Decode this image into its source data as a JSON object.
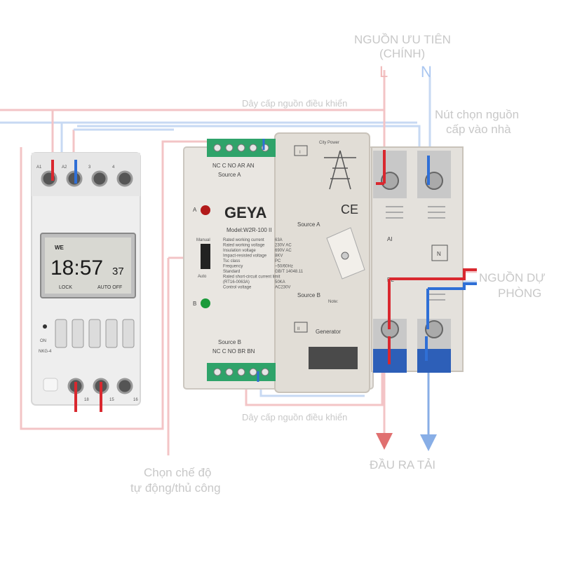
{
  "labels": {
    "uu_tien_1": "NGUỒN ƯU TIÊN",
    "uu_tien_2": "(CHÍNH)",
    "L": "L",
    "N": "N",
    "nut_chon_1": "Nút chọn nguồn",
    "nut_chon_2": "cấp vào nhà",
    "day_cap_top": "Dây cấp nguồn điều khiển",
    "day_cap_bottom": "Dây cấp nguồn điều khiển",
    "du_phong_1": "NGUỒN DỰ",
    "du_phong_2": "PHÒNG",
    "dau_ra_tai": "ĐẦU RA TẢI",
    "che_do_1": "Chọn chế độ",
    "che_do_2": "tự động/thủ công"
  },
  "timer": {
    "model": "NKG-4",
    "day": "WE",
    "time": "18:57",
    "seconds": "37",
    "lock": "LOCK",
    "auto_off": "AUTO OFF",
    "on": "ON",
    "terminals_top": [
      "A1",
      "A2",
      "3",
      "4"
    ],
    "terminals_bottom": [
      "18",
      "15",
      "16"
    ]
  },
  "ats": {
    "brand": "GEYA",
    "model": "Model:W2R-100 II",
    "source_a_terminals": "NC C NO AR AN",
    "source_a": "Source A",
    "source_b_terminals": "NC C NO BR BN",
    "source_b": "Source B",
    "source_a_mid": "Source A",
    "source_b_mid": "Source B",
    "city_power": "City Power",
    "generator": "Generator",
    "roman_1": "I",
    "roman_2": "II",
    "manual": "Manual",
    "auto": "Auto",
    "A": "A",
    "B": "B",
    "AI": "AI",
    "BL": "BL",
    "N": "N",
    "ce": "CE",
    "note": "Note:",
    "spec_rows": [
      [
        "Rated working current",
        "63A"
      ],
      [
        "Rated working voltage",
        "230V AC"
      ],
      [
        "Insulation voltage",
        "690V AC"
      ],
      [
        "Impact-resisted voltage",
        "8KV"
      ],
      [
        "Tsc class",
        "PC"
      ],
      [
        "Frequency",
        "~50/60Hz"
      ],
      [
        "Standard",
        "GB/T 14048.11"
      ],
      [
        "Rated short-circuit current limit",
        ""
      ],
      [
        "(RT16-0063A)",
        "50KA"
      ],
      [
        "Control voltage",
        "AC230V"
      ]
    ]
  }
}
